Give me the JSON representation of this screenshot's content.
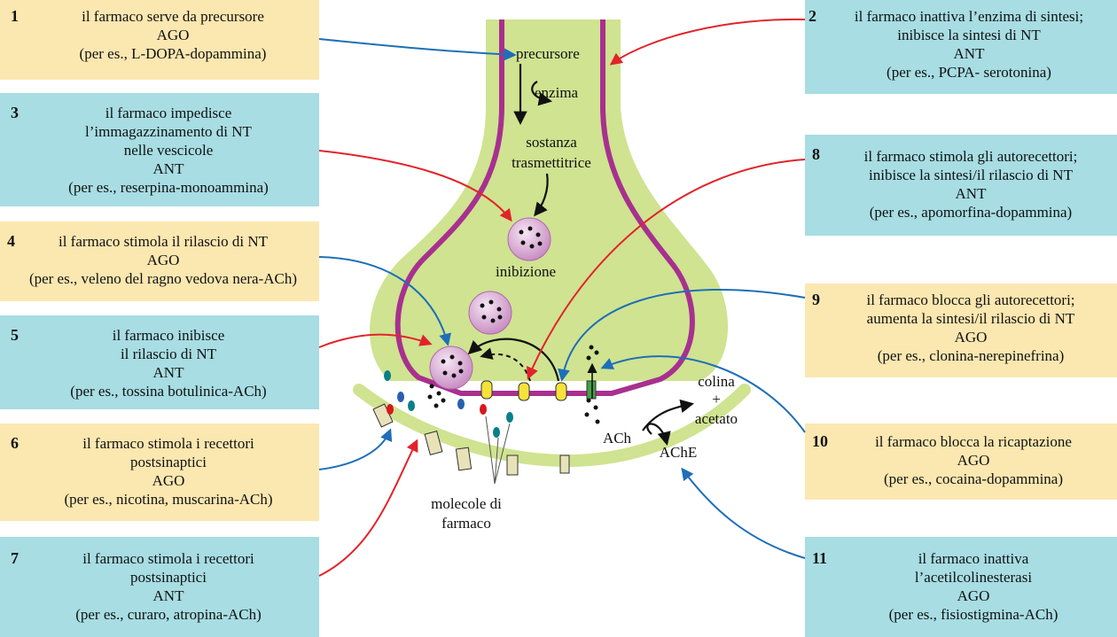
{
  "boxes": [
    {
      "num": "1",
      "lines": [
        "il farmaco serve da precursore",
        "AGO",
        "(per es., L-DOPA-dopammina)"
      ]
    },
    {
      "num": "2",
      "lines": [
        "il farmaco inattiva l’enzima di sintesi;",
        "inibisce la sintesi di NT",
        "ANT",
        "(per es., PCPA- serotonina)"
      ]
    },
    {
      "num": "3",
      "lines": [
        "il farmaco impedisce",
        "l’immagazzinamento di NT",
        "nelle vescicole",
        "ANT",
        "(per es., reserpina-monoammina)"
      ]
    },
    {
      "num": "8",
      "lines": [
        "il farmaco stimola gli autorecettori;",
        "inibisce la sintesi/il rilascio di NT",
        "ANT",
        "(per es., apomorfina-dopammina)"
      ]
    },
    {
      "num": "4",
      "lines": [
        "il farmaco stimola il rilascio di NT",
        "AGO",
        "(per es., veleno del ragno vedova nera-ACh)"
      ]
    },
    {
      "num": "9",
      "lines": [
        "il farmaco blocca gli autorecettori;",
        "aumenta la sintesi/il rilascio di NT",
        "AGO",
        "(per es., clonina-nerepinefrina)"
      ]
    },
    {
      "num": "5",
      "lines": [
        "il farmaco inibisce",
        "il rilascio di NT",
        "ANT",
        "(per es., tossina botulinica-ACh)"
      ]
    },
    {
      "num": "10",
      "lines": [
        "il farmaco blocca la ricaptazione",
        "AGO",
        "(per es., cocaina-dopammina)"
      ]
    },
    {
      "num": "6",
      "lines": [
        "il farmaco stimola i recettori",
        "postsinaptici",
        "AGO",
        "(per es., nicotina, muscarina-ACh)"
      ]
    },
    {
      "num": "7",
      "lines": [
        "il farmaco stimola i recettori",
        "postsinaptici",
        "ANT",
        "(per es., curaro, atropina-ACh)"
      ]
    },
    {
      "num": "11",
      "lines": [
        "il farmaco inattiva",
        "l’acetilcolinesterasi",
        "AGO",
        "(per es., fisiostigmina-ACh)"
      ]
    }
  ],
  "labels": {
    "precursore": "precursore",
    "enzima": "enzima",
    "sostanza": "sostanza",
    "trasmettitrice": "trasmettitrice",
    "inibizione": "inibizione",
    "colina": "colina",
    "plus": "+",
    "acetato": "acetato",
    "ach": "ACh",
    "ache": "AChE",
    "molecole": "molecole di",
    "farmaco": "farmaco"
  },
  "colors": {
    "yellow_box": "#fbe7b0",
    "cyan_box": "#a7dde3",
    "terminal_fill": "#cfe391",
    "membrane": "#a8308f",
    "arrow_red": "#e2232a",
    "arrow_blue": "#1e6fb8"
  }
}
